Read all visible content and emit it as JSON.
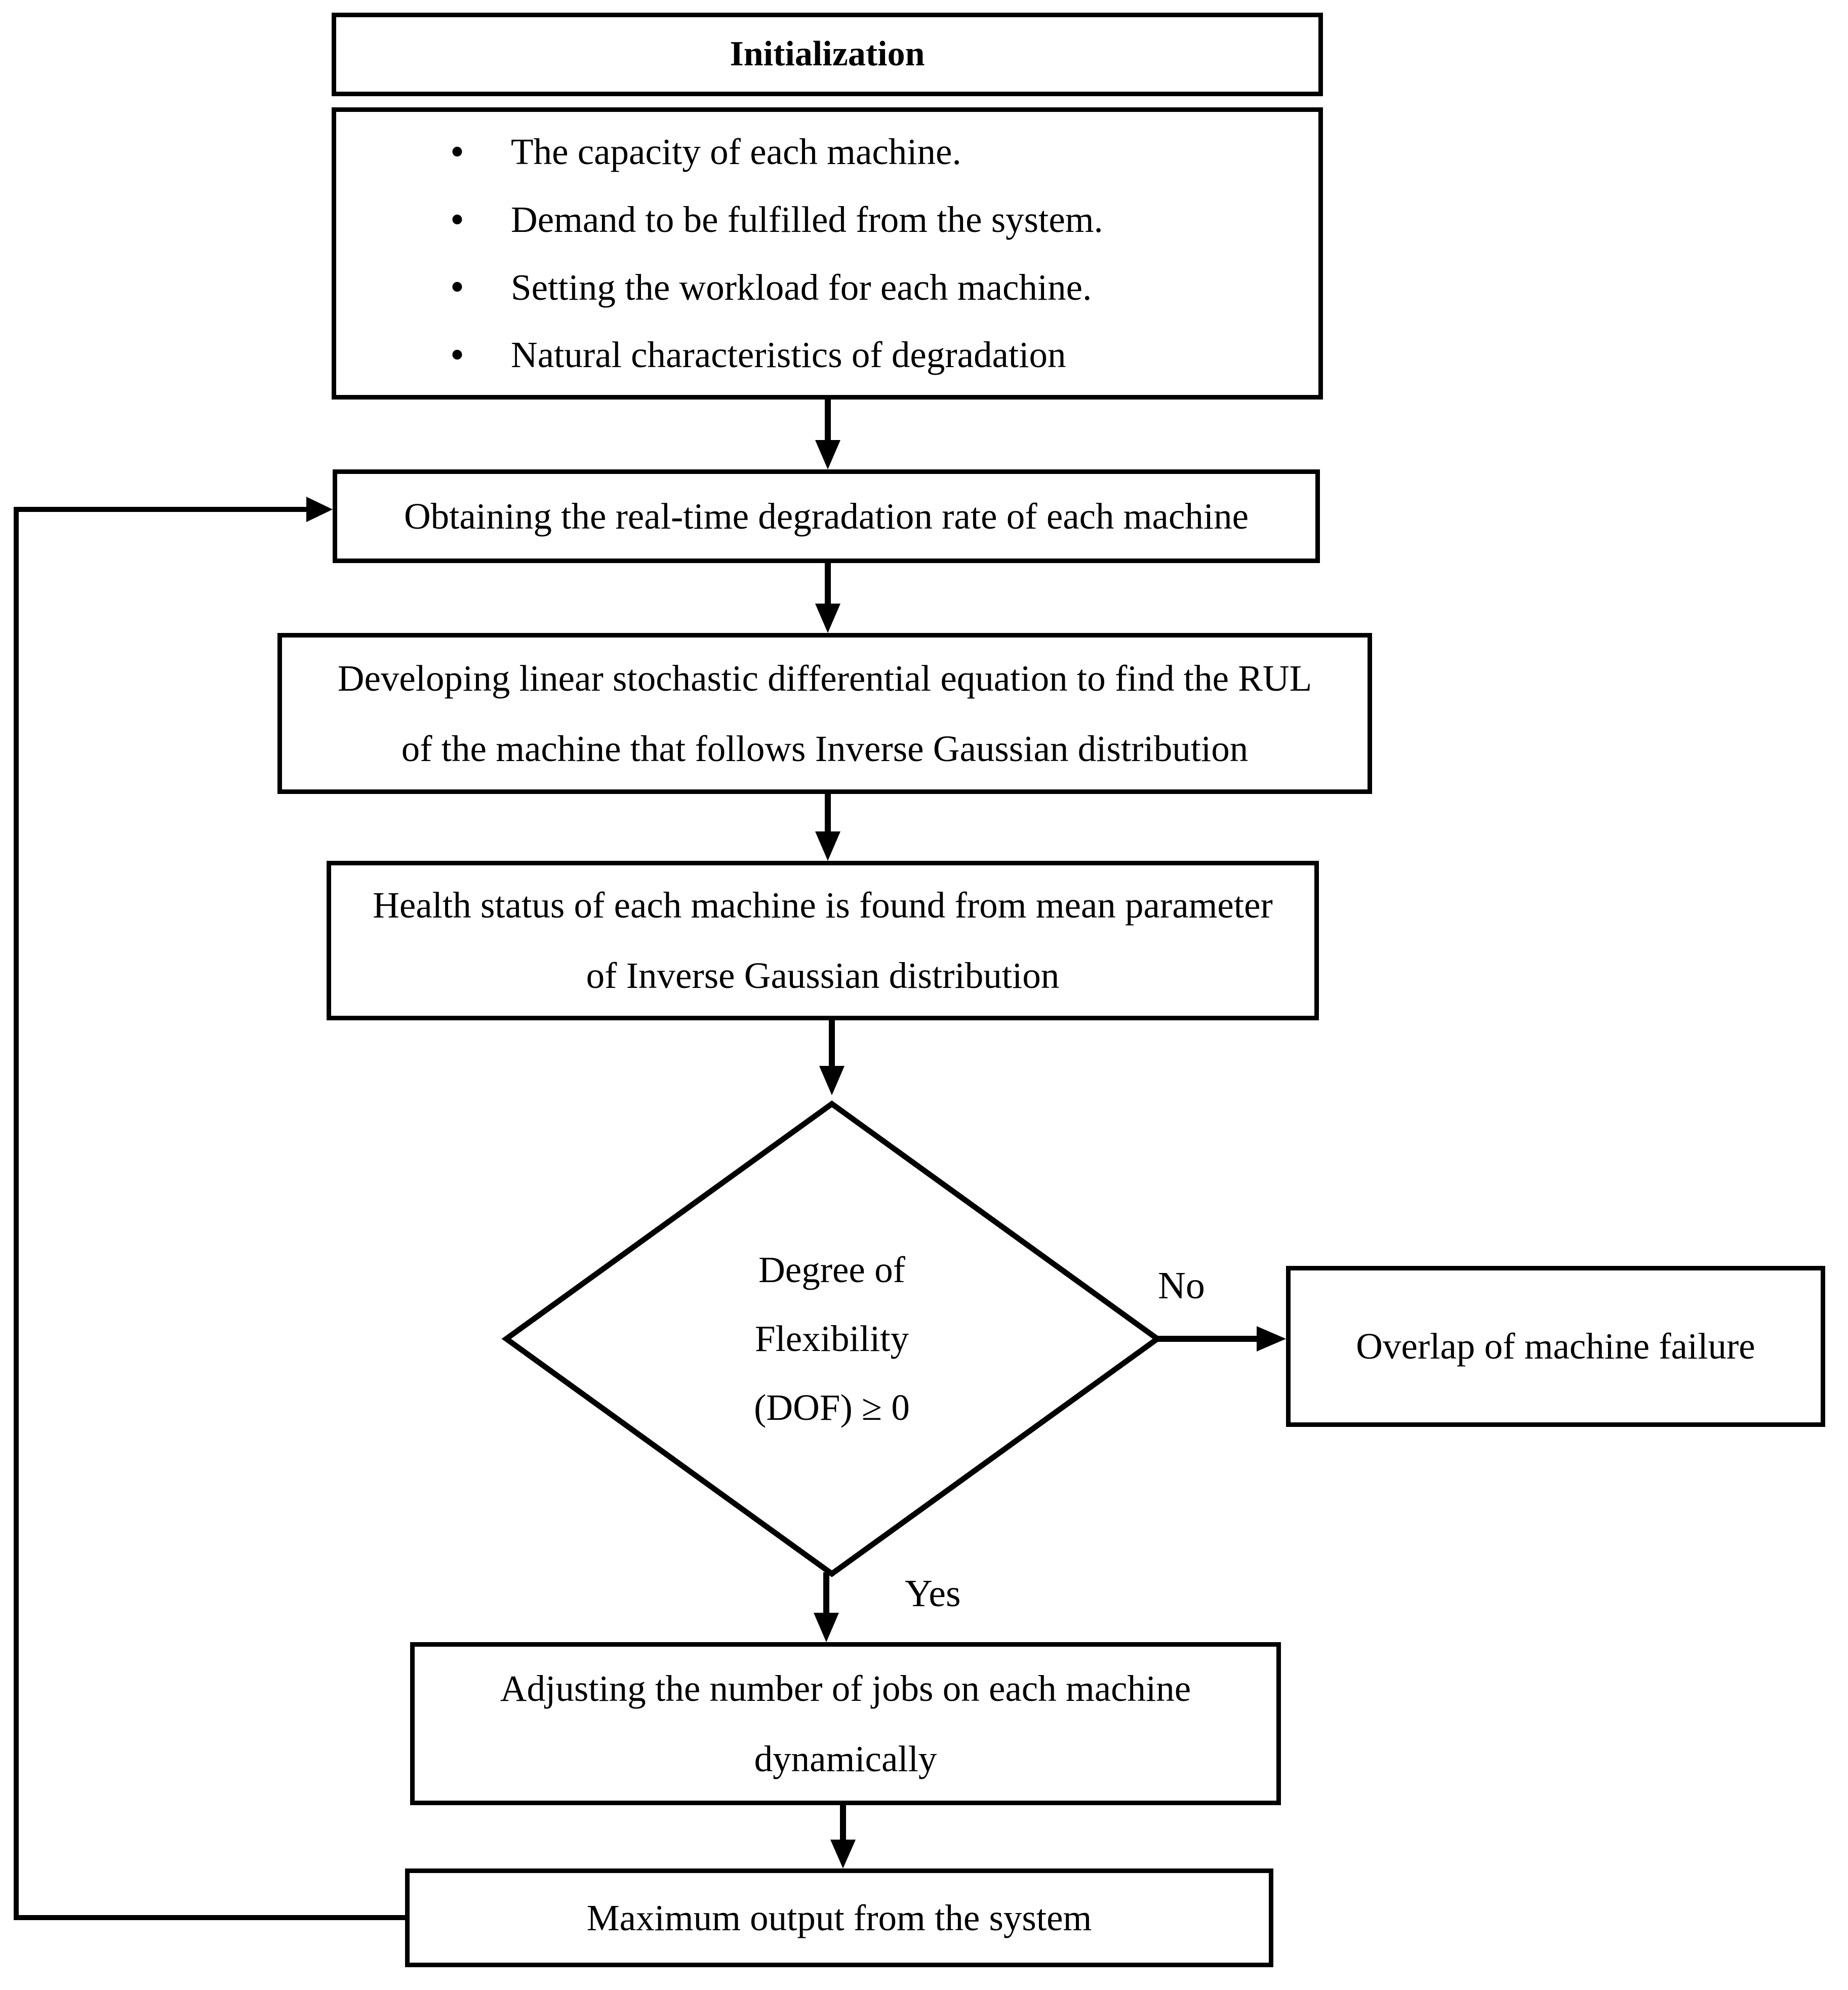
{
  "page": {
    "ink": "#000000",
    "bg": "#ffffff"
  },
  "flowchart": {
    "bullet_glyph": "•",
    "initialization": {
      "title": "Initialization",
      "items": [
        "The capacity of each machine.",
        "Demand to be fulfilled from the system.",
        "Setting the workload for each machine.",
        "Natural characteristics of degradation"
      ]
    },
    "steps": {
      "obtain": "Obtaining the real-time degradation rate of each machine",
      "develop": [
        "Developing linear stochastic differential equation to find the RUL",
        "of the machine that follows Inverse Gaussian distribution"
      ],
      "health": [
        "Health status of each machine is found from mean parameter",
        "of Inverse Gaussian distribution"
      ],
      "overlap": "Overlap of machine failure",
      "adjust": [
        "Adjusting the number of jobs on each machine",
        "dynamically"
      ],
      "maximum": "Maximum output from the system"
    },
    "decision": {
      "lines": [
        "Degree of",
        "Flexibility",
        "(DOF) ≥ 0"
      ]
    },
    "labels": {
      "yes": "Yes",
      "no": "No"
    }
  }
}
